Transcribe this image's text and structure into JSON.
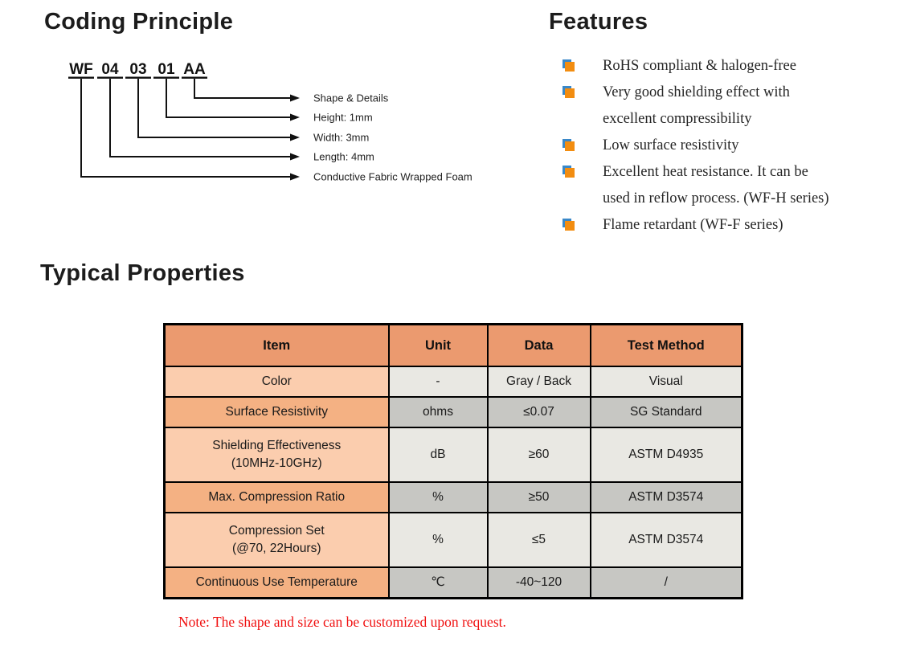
{
  "coding_principle": {
    "title": "Coding Principle",
    "code_segments": [
      "WF",
      "04",
      "03",
      "01",
      "AA"
    ],
    "labels": [
      "Shape & Details",
      "Height: 1mm",
      "Width: 3mm",
      "Length: 4mm",
      "Conductive Fabric Wrapped Foam"
    ]
  },
  "features": {
    "title": "Features",
    "items": [
      [
        "RoHS compliant & halogen-free"
      ],
      [
        "Very good shielding effect with",
        "excellent compressibility"
      ],
      [
        "Low surface resistivity"
      ],
      [
        "Excellent heat resistance. It can be",
        "used in reflow process. (WF-H series)"
      ],
      [
        "Flame retardant (WF-F series)"
      ]
    ],
    "bullet_colors": {
      "orange": "#F28D11",
      "blue": "#3A88C8"
    }
  },
  "typical_properties": {
    "title": "Typical Properties",
    "note": "Note: The shape and size can be customized upon request.",
    "note_color": "#F01010",
    "table": {
      "headers": [
        "Item",
        "Unit",
        "Data",
        "Test Method"
      ],
      "rows": [
        {
          "item": [
            "Color"
          ],
          "unit": "-",
          "data": "Gray / Back",
          "test": "Visual"
        },
        {
          "item": [
            "Surface Resistivity"
          ],
          "unit": "ohms",
          "data": "≤0.07",
          "test": "SG Standard"
        },
        {
          "item": [
            "Shielding Effectiveness",
            "(10MHz-10GHz)"
          ],
          "unit": "dB",
          "data": "≥60",
          "test": "ASTM D4935"
        },
        {
          "item": [
            "Max. Compression Ratio"
          ],
          "unit": "%",
          "data": "≥50",
          "test": "ASTM D3574"
        },
        {
          "item": [
            "Compression Set",
            "(@70, 22Hours)"
          ],
          "unit": "%",
          "data": "≤5",
          "test": "ASTM D3574"
        },
        {
          "item": [
            "Continuous Use Temperature"
          ],
          "unit": "℃",
          "data": "-40~120",
          "test": "/"
        }
      ],
      "colors": {
        "header_bg": "#EB9A6F",
        "item_light": "#FBCDAE",
        "item_dark": "#F4B183",
        "cell_light": "#E9E8E3",
        "cell_dark": "#C7C7C3"
      }
    }
  }
}
